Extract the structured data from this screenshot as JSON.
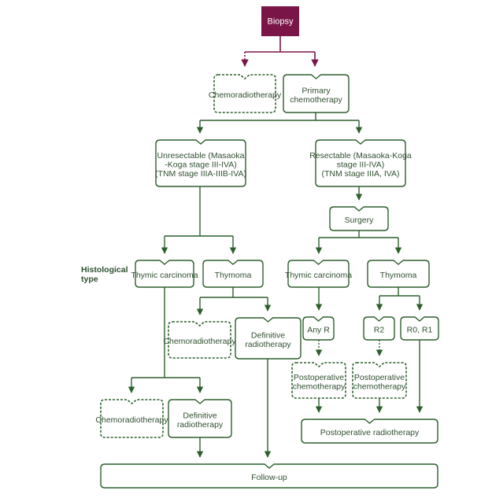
{
  "colors": {
    "green": "#2d5f2d",
    "maroon": "#7a1547",
    "text": "#2f4f2f"
  },
  "side_label": [
    "Histological",
    "type"
  ],
  "nodes": {
    "biopsy": [
      "Biopsy"
    ],
    "chemo_top": [
      "Chemoradiotherapy"
    ],
    "primary_chemo": [
      "Primary",
      "chemotherapy"
    ],
    "unresectable": [
      "Unresectable (Masaoka",
      "-Koga stage III-IVA)",
      "(TNM stage IIIA-IIIB-IVA)"
    ],
    "resectable": [
      "Resectable (Masaoka-Koga",
      "stage III-IVA)",
      "(TNM stage IIIA, IVA)"
    ],
    "surgery": [
      "Surgery"
    ],
    "tc_left": [
      "Thymic carcinoma"
    ],
    "thymoma_left": [
      "Thymoma"
    ],
    "tc_right": [
      "Thymic carcinoma"
    ],
    "thymoma_right": [
      "Thymoma"
    ],
    "chemo_mid": [
      "Chemoradiotherapy"
    ],
    "def_rt_mid": [
      "Definitive",
      "radiotherapy"
    ],
    "any_r": [
      "Any R"
    ],
    "r2": [
      "R2"
    ],
    "r0r1": [
      "R0, R1"
    ],
    "postop_chemo_1": [
      "Postoperative",
      "chemotherapy"
    ],
    "postop_chemo_2": [
      "Postoperative",
      "chemotherapy"
    ],
    "chemo_low": [
      "Chemoradiotherapy"
    ],
    "def_rt_low": [
      "Definitive",
      "radiotherapy"
    ],
    "postop_rt": [
      "Postoperative radiotherapy"
    ],
    "followup": [
      "Follow-up"
    ]
  }
}
